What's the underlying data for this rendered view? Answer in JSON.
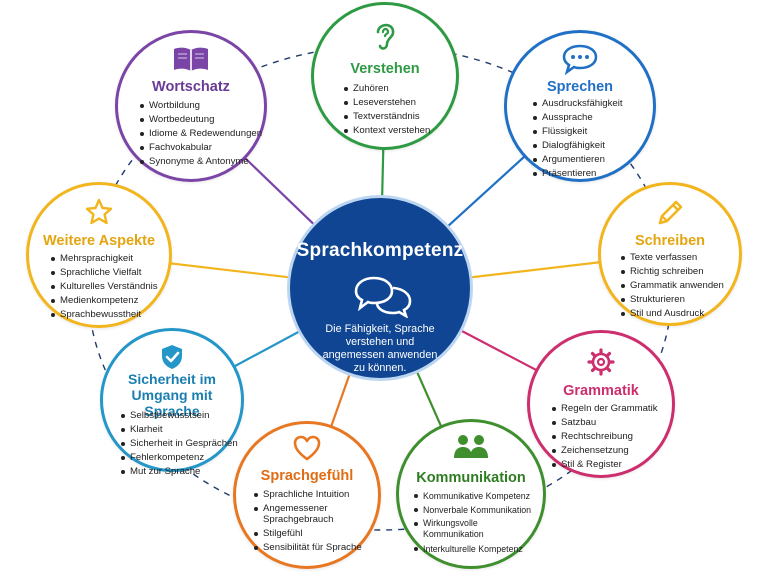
{
  "center": {
    "title": "Sprachkompetenz",
    "description": "Die Fähigkeit, Sprache verstehen und angemessen anwenden zu können.",
    "icon": "speech-bubbles-icon"
  },
  "nodes": [
    {
      "id": "verstehen",
      "title": "Verstehen",
      "icon": "ear-icon",
      "color": "#2e9a43",
      "items": [
        "Zuhören",
        "Leseverstehen",
        "Textverständnis",
        "Kontext verstehen"
      ]
    },
    {
      "id": "sprechen",
      "title": "Sprechen",
      "icon": "speech-bubble-icon",
      "color": "#2070c6",
      "items": [
        "Ausdrucksfähigkeit",
        "Aussprache",
        "Flüssigkeit",
        "Dialogfähigkeit",
        "Argumentieren",
        "Präsentieren"
      ]
    },
    {
      "id": "schreiben",
      "title": "Schreiben",
      "icon": "pencil-icon",
      "color": "#f2b51d",
      "items": [
        "Texte verfassen",
        "Richtig schreiben",
        "Grammatik anwenden",
        "Strukturieren",
        "Stil und Ausdruck"
      ]
    },
    {
      "id": "grammatik",
      "title": "Grammatik",
      "icon": "gear-icon",
      "color": "#cc2e6e",
      "items": [
        "Regeln der Grammatik",
        "Satzbau",
        "Rechtschreibung",
        "Zeichensetzung",
        "Stil & Register"
      ]
    },
    {
      "id": "kommunikation",
      "title": "Kommunikation",
      "icon": "people-icon",
      "color": "#3f8f2f",
      "items": [
        "Kommunikative Kompetenz",
        "Nonverbale Kommunikation",
        "Wirkungsvolle Kommunikation",
        "Interkulturelle Kompetenz"
      ]
    },
    {
      "id": "sprachgefuehl",
      "title": "Sprachgefühl",
      "icon": "heart-icon",
      "color": "#e87722",
      "items": [
        "Sprachliche Intuition",
        "Angemessener Sprachgebrauch",
        "Stilgefühl",
        "Sensibilität für Sprache"
      ]
    },
    {
      "id": "sicherheit",
      "title": "Sicherheit im Umgang mit Sprache",
      "icon": "shield-check-icon",
      "color": "#2496c8",
      "items": [
        "Selbstbewusstsein",
        "Klarheit",
        "Sicherheit in Gesprächen",
        "Fehlerkompetenz",
        "Mut zur Sprache"
      ]
    },
    {
      "id": "weitere",
      "title": "Weitere Aspekte",
      "icon": "star-icon",
      "color": "#f2b51d",
      "items": [
        "Mehrsprachigkeit",
        "Sprachliche Vielfalt",
        "Kulturelles Verständnis",
        "Medienkompetenz",
        "Sprachbewusstheit"
      ]
    },
    {
      "id": "wortschatz",
      "title": "Wortschatz",
      "icon": "book-icon",
      "color": "#7b45a8",
      "items": [
        "Wortbildung",
        "Wortbedeutung",
        "Idiome & Redewendungen",
        "Fachvokabular",
        "Synonyme & Antonyme"
      ]
    }
  ]
}
